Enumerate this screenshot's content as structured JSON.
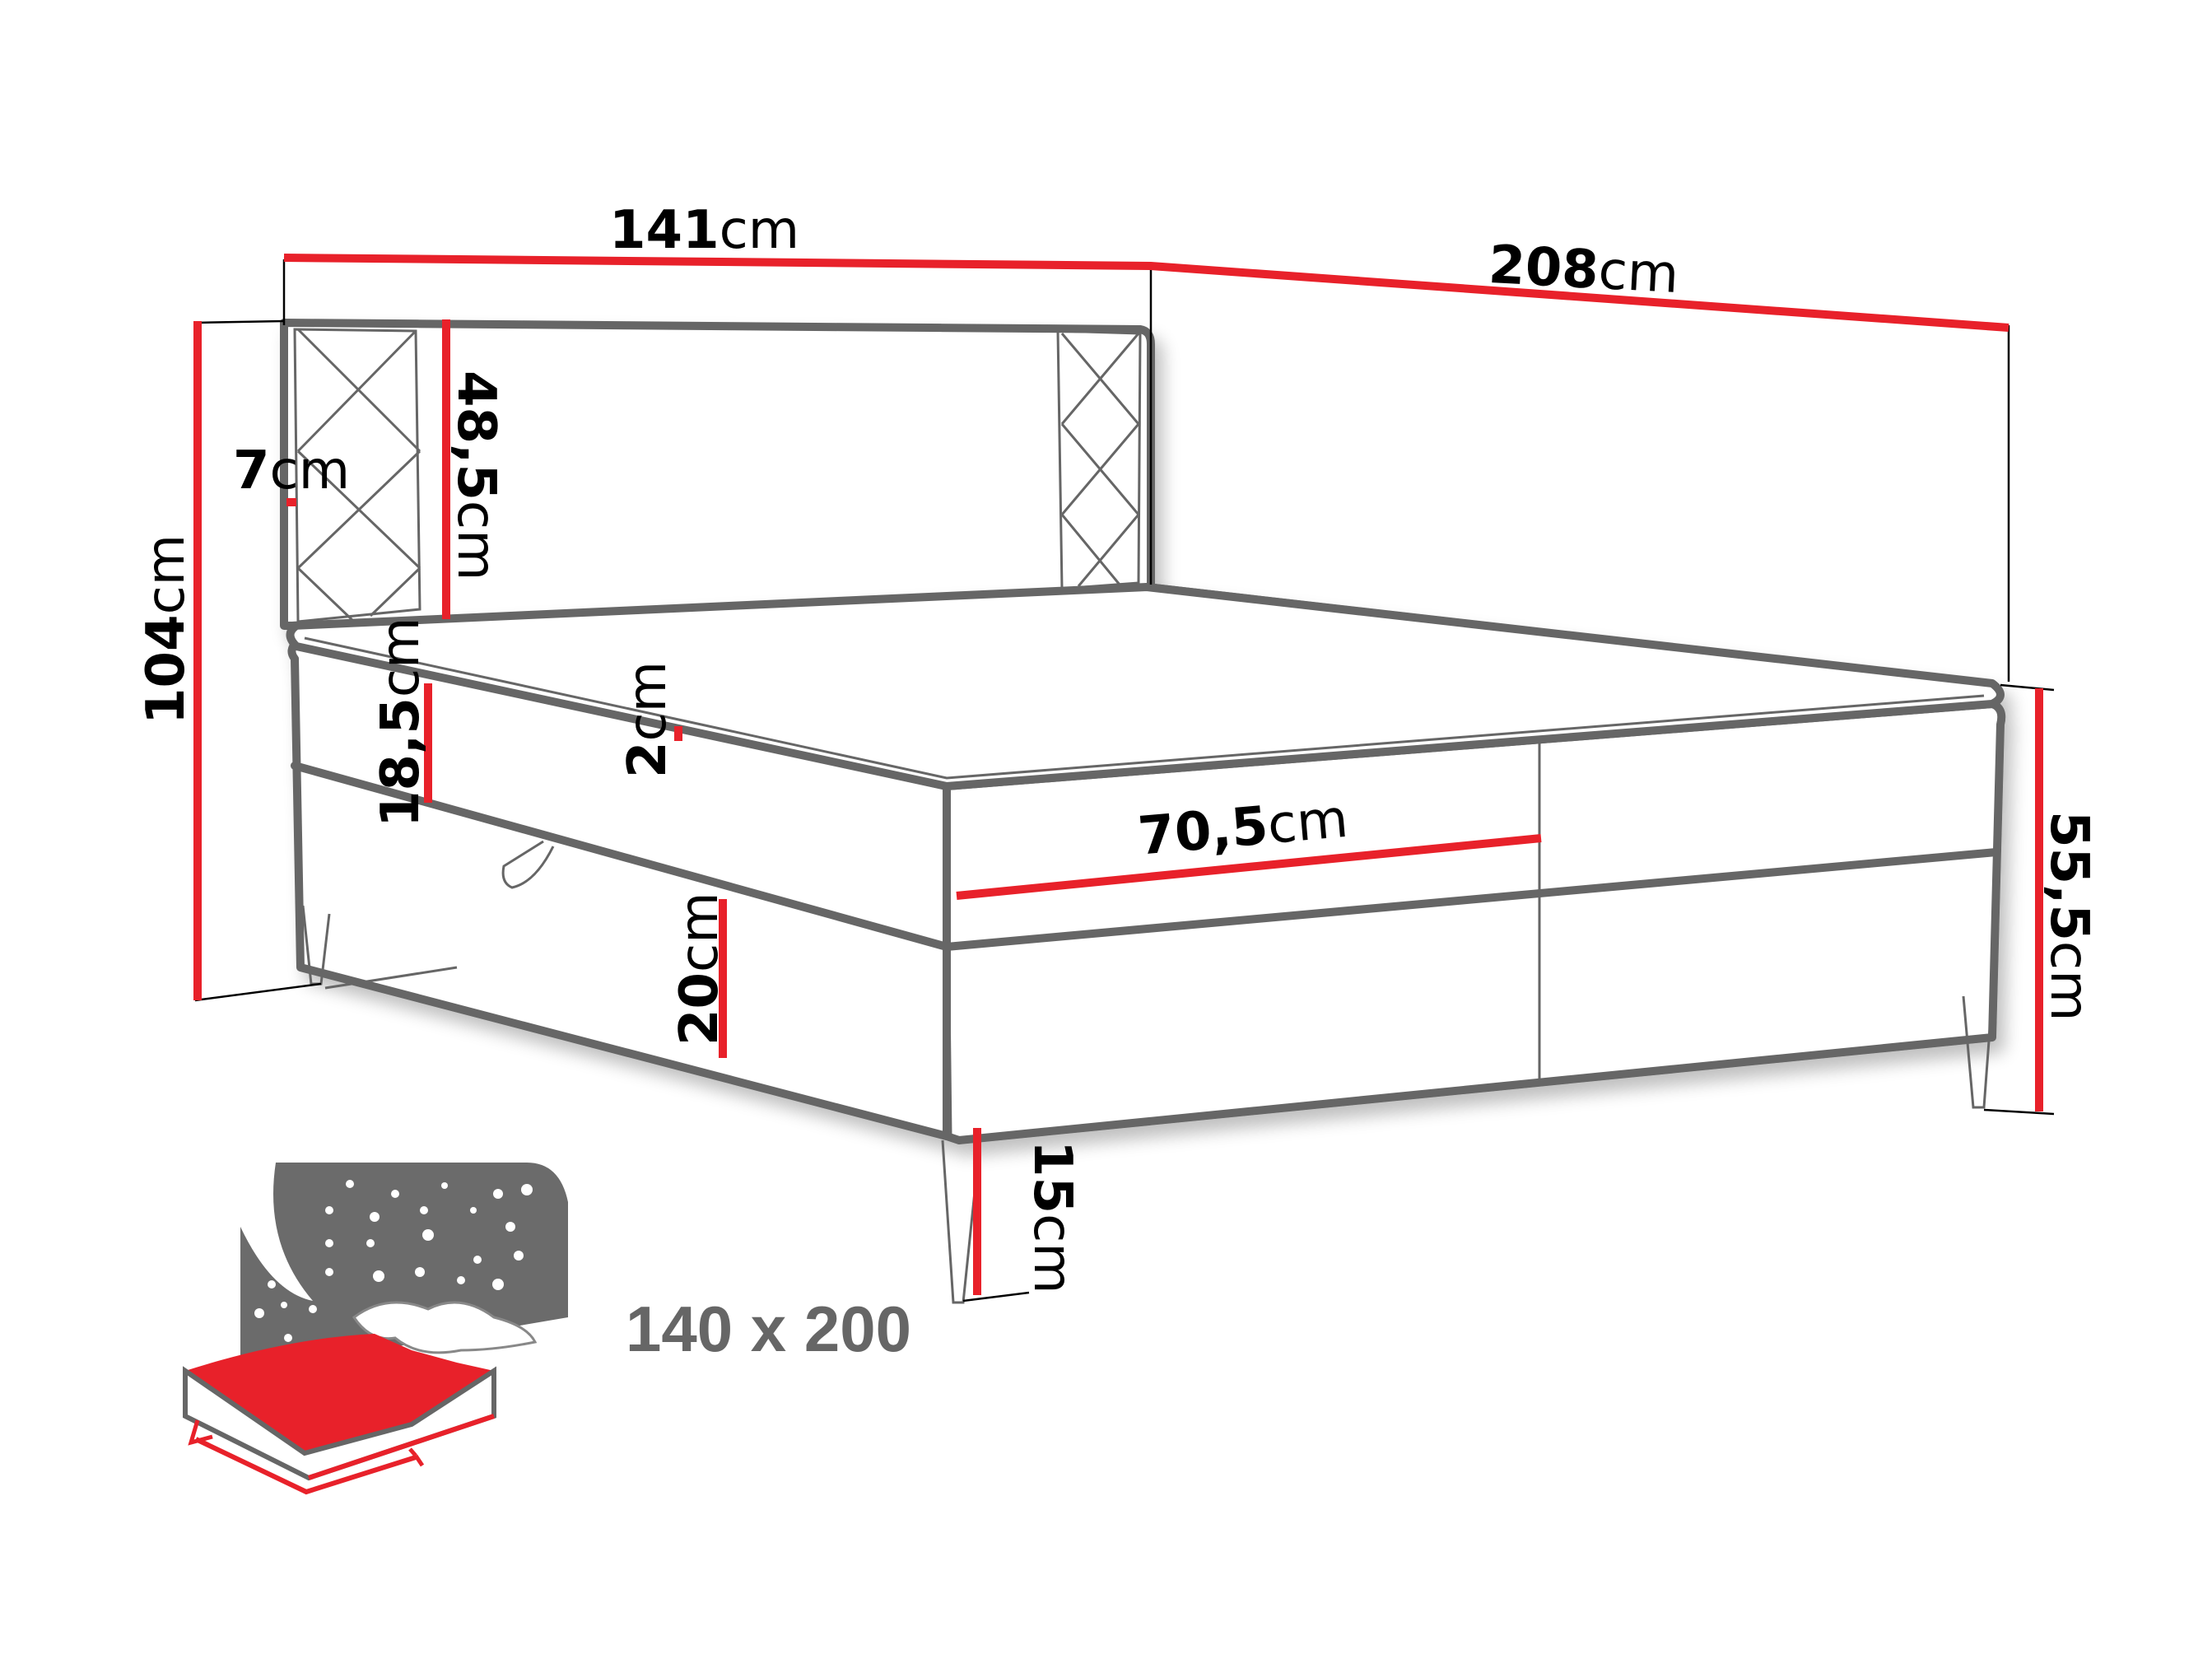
{
  "figure": {
    "type": "bed-dimension-drawing",
    "colors": {
      "outline": "#666666",
      "dimension_line": "#e8212a",
      "text": "#000000",
      "size_text": "#666666",
      "icon_red": "#e8212a",
      "icon_gray": "#6b6b6b"
    }
  },
  "dimensions": {
    "total_width": {
      "value": "141",
      "unit": "cm"
    },
    "total_length": {
      "value": "208",
      "unit": "cm"
    },
    "total_height": {
      "value": "104",
      "unit": "cm"
    },
    "headboard_panel_height": {
      "value": "48,5",
      "unit": "cm"
    },
    "headboard_side_thickness": {
      "value": "7",
      "unit": "cm"
    },
    "topper_height": {
      "value": "2",
      "unit": "cm"
    },
    "mattress_height": {
      "value": "18,5",
      "unit": "cm"
    },
    "half_width": {
      "value": "70,5",
      "unit": "cm"
    },
    "base_height": {
      "value": "20",
      "unit": "cm"
    },
    "leg_height": {
      "value": "15",
      "unit": "cm"
    },
    "sleeping_height": {
      "value": "55,5",
      "unit": "cm"
    }
  },
  "mattress_icon": {
    "size_label": "140 x 200",
    "icon": "bed-night-stars-icon"
  }
}
